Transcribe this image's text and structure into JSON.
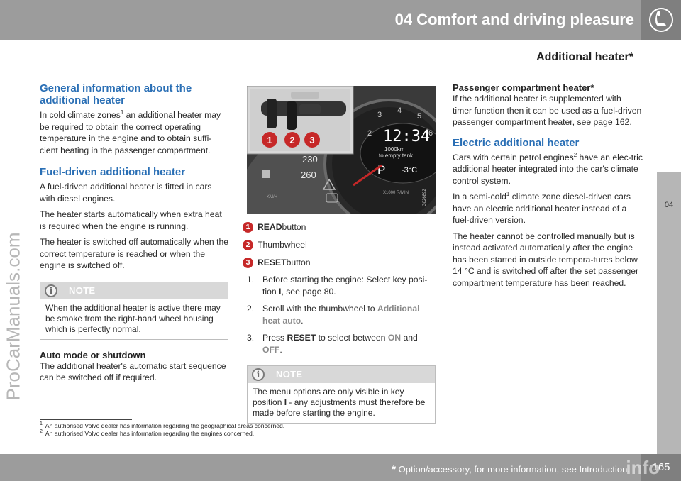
{
  "header": {
    "chapter_title": "04 Comfort and driving pleasure",
    "chapter_icon": "seat-icon",
    "section_title": "Additional heater*"
  },
  "side_tab": {
    "label": "04"
  },
  "watermark": {
    "text": "ProCarManuals.com",
    "bottom_text": "info"
  },
  "col1": {
    "heading1": "General information about the additional heater",
    "p1_before": "In cold climate zones",
    "p1_sup": "1",
    "p1_after": " an additional heater may be required to obtain the correct operating temperature in the engine and to obtain suffi-cient heating in the passenger compartment.",
    "heading2": "Fuel-driven additional heater",
    "p2": "A fuel-driven additional heater is fitted in cars with diesel engines.",
    "p3": "The heater starts automatically when extra heat is required when the engine is running.",
    "p4": "The heater is switched off automatically when the correct temperature is reached or when the engine is switched off.",
    "note_label": "NOTE",
    "note_text": "When the additional heater is active there may be smoke from the right-hand wheel housing which is perfectly normal.",
    "heading3": "Auto mode or shutdown",
    "p5": "The additional heater's automatic start sequence can be switched off if required."
  },
  "figure": {
    "clock": "12:34",
    "range": "1000km",
    "range_label": "to empty tank",
    "gear": "P",
    "temp": "-3°C",
    "speeds": [
      "230",
      "260"
    ],
    "speed_unit": "KM/H",
    "rpm_digits": [
      "2",
      "3",
      "4",
      "5",
      "6"
    ],
    "rpm_unit": "X1000 R/MIN",
    "fig_code": "G026892",
    "callouts": [
      "1",
      "2",
      "3"
    ]
  },
  "col2": {
    "legend": [
      {
        "num": "1",
        "bold": "READ",
        "text": " button"
      },
      {
        "num": "2",
        "bold": "",
        "text": "Thumbwheel"
      },
      {
        "num": "3",
        "bold": "RESET",
        "text": " button"
      }
    ],
    "step1_num": "1.",
    "step1_a": "Before starting the engine: Select key posi-tion ",
    "step1_b": "I",
    "step1_c": ", see page 80.",
    "step2_num": "2.",
    "step2_a": "Scroll with the thumbwheel to ",
    "step2_menu": "Additional heat auto",
    "step2_c": ".",
    "step3_num": "3.",
    "step3_a": "Press ",
    "step3_b": "RESET",
    "step3_c": " to select between ",
    "step3_on": "ON",
    "step3_and": " and ",
    "step3_off": "OFF",
    "step3_end": ".",
    "note_label": "NOTE",
    "note_a": "The menu options are only visible in key position ",
    "note_b": "I",
    "note_c": " - any adjustments must therefore be made before starting the engine."
  },
  "col3": {
    "heading1": "Passenger compartment heater*",
    "p1": "If the additional heater is supplemented with timer function then it can be used as a fuel-driven passenger compartment heater, see page 162.",
    "heading2": "Electric additional heater",
    "p2_before": "Cars with certain petrol engines",
    "p2_sup": "2",
    "p2_after": " have an elec-tric additional heater integrated into the car's climate control system.",
    "p3_before": "In a semi-cold",
    "p3_sup": "1",
    "p3_after": " climate zone diesel-driven cars have an electric additional heater instead of a fuel-driven version.",
    "p4": "The heater cannot be controlled manually but is instead activated automatically after the engine has been started in outside tempera-tures below 14 °C and is switched off after the set passenger compartment temperature has been reached."
  },
  "footnotes": [
    {
      "num": "1",
      "text": "An authorised Volvo dealer has information regarding the geographical areas concerned."
    },
    {
      "num": "2",
      "text": "An authorised Volvo dealer has information regarding the engines concerned."
    }
  ],
  "footer": {
    "star": "*",
    "text": " Option/accessory, for more information, see Introduction.",
    "page_number": "165"
  }
}
